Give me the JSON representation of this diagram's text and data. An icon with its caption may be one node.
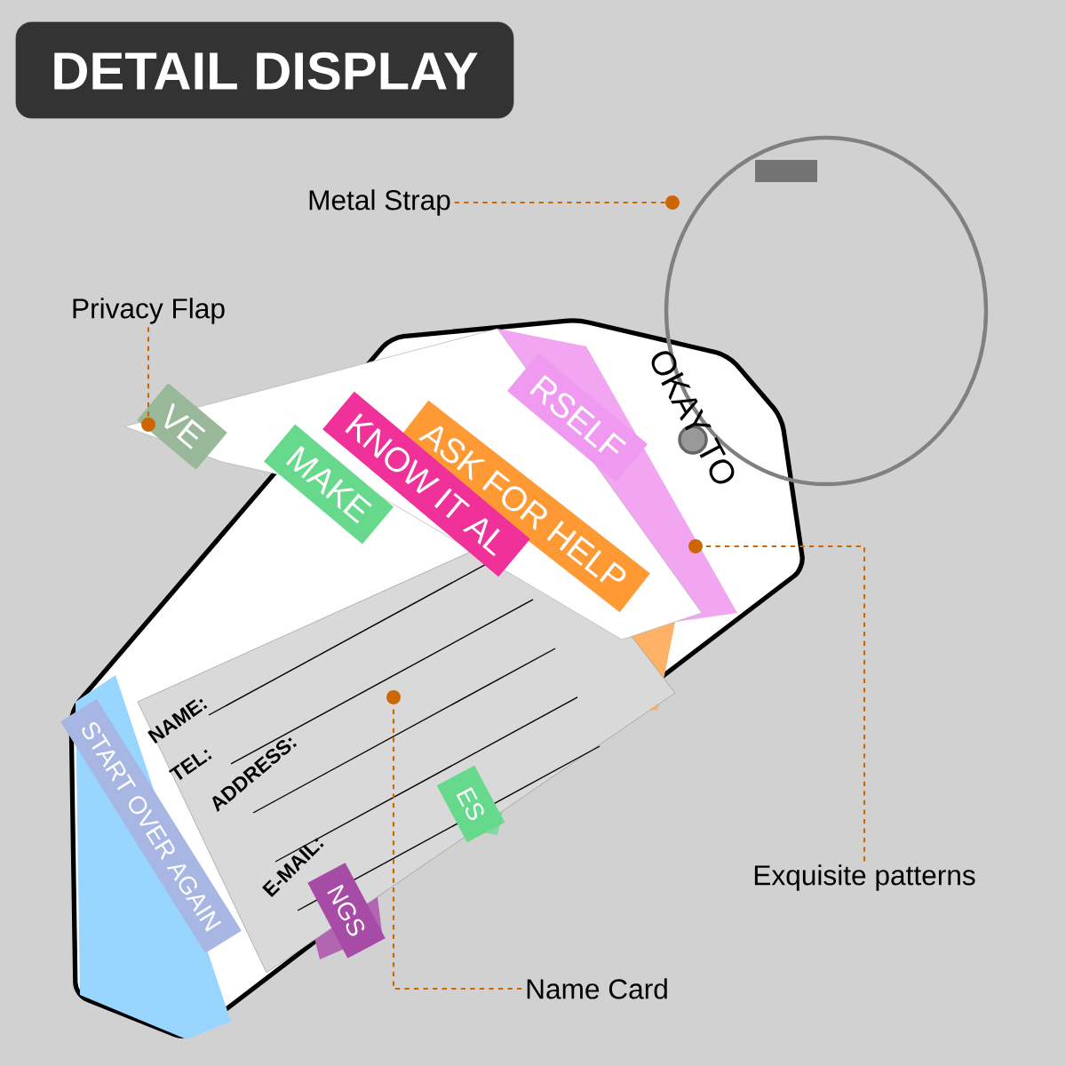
{
  "diagram": {
    "title": "DETAIL DISPLAY",
    "nodes": [
      {
        "text": [
          "Metal Strap"
        ]
      },
      {
        "text": [
          "Privacy Flap"
        ]
      },
      {
        "text": [
          "Exquisite patterns"
        ]
      },
      {
        "text": [
          "Name Card"
        ]
      },
      {
        "text": [],
        "shape": "circle"
      },
      {
        "text": [],
        "shape": "circle"
      },
      {
        "text": [],
        "shape": "circle"
      },
      {
        "text": [],
        "shape": "circle"
      }
    ],
    "edges": [
      {
        "from": 0,
        "to": 4,
        "arrow": "none",
        "style": "dashed"
      },
      {
        "from": 1,
        "to": 5,
        "arrow": "none",
        "style": "dashed"
      },
      {
        "from": 2,
        "to": 6,
        "arrow": "none",
        "style": "dashed"
      },
      {
        "from": 3,
        "to": 7,
        "arrow": "none",
        "style": "dashed"
      }
    ],
    "labels": [
      "OKAY TO",
      "RSELF",
      "ASK FOR HELP",
      "KNOW IT AL",
      "MAKE",
      "VE",
      "START OVER AGAIN",
      "NAME:",
      "TEL:",
      "ADDRESS:",
      "E-MAIL:",
      "ES",
      "NGS"
    ]
  }
}
